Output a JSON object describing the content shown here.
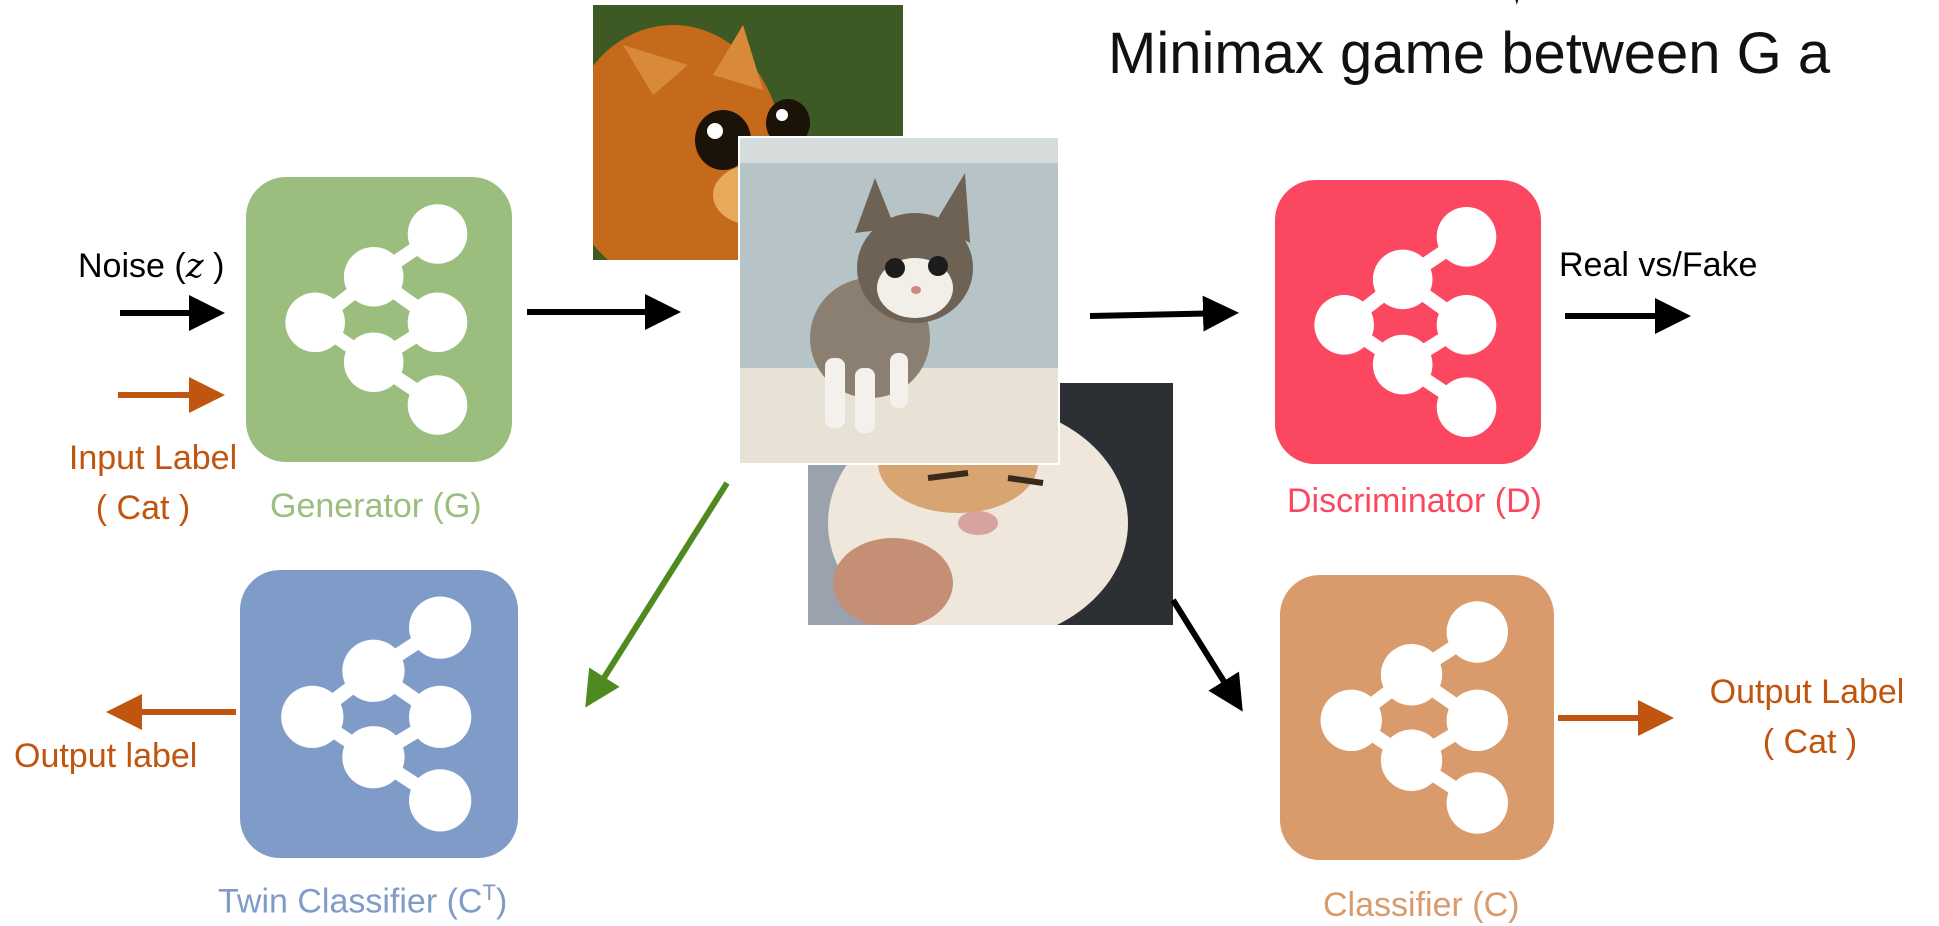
{
  "title": "Minimax game between G a",
  "inputs": {
    "noise_label": "Noise (z )",
    "input_label_line1": "Input Label",
    "input_label_line2": "( Cat )"
  },
  "networks": {
    "generator": {
      "label": "Generator (G)",
      "color": "#9bbe7f"
    },
    "discriminator": {
      "label": "Discriminator (D)",
      "color": "#fb4860"
    },
    "classifier": {
      "label": "Classifier (C)",
      "color": "#d99a6c"
    },
    "twin_classifier": {
      "label_main": "Twin Classifier (C",
      "label_sup": "T",
      "label_tail": ")",
      "color": "#7f9cc9"
    }
  },
  "outputs": {
    "discriminator_output": "Real vs/Fake",
    "classifier_output_line1": "Output Label",
    "classifier_output_line2": "( Cat )",
    "twin_output": "Output label"
  },
  "colors": {
    "arrow_black": "#000000",
    "arrow_orange": "#c0550f",
    "arrow_green": "#4e8a1f",
    "label_orange": "#c0550f",
    "network_icon": "#ffffff"
  },
  "images": {
    "cat1": "cartoon-orange-cat-photo",
    "cat2": "tabby-kitten-photo",
    "cat3": "grumpy-persian-cat-photo"
  }
}
